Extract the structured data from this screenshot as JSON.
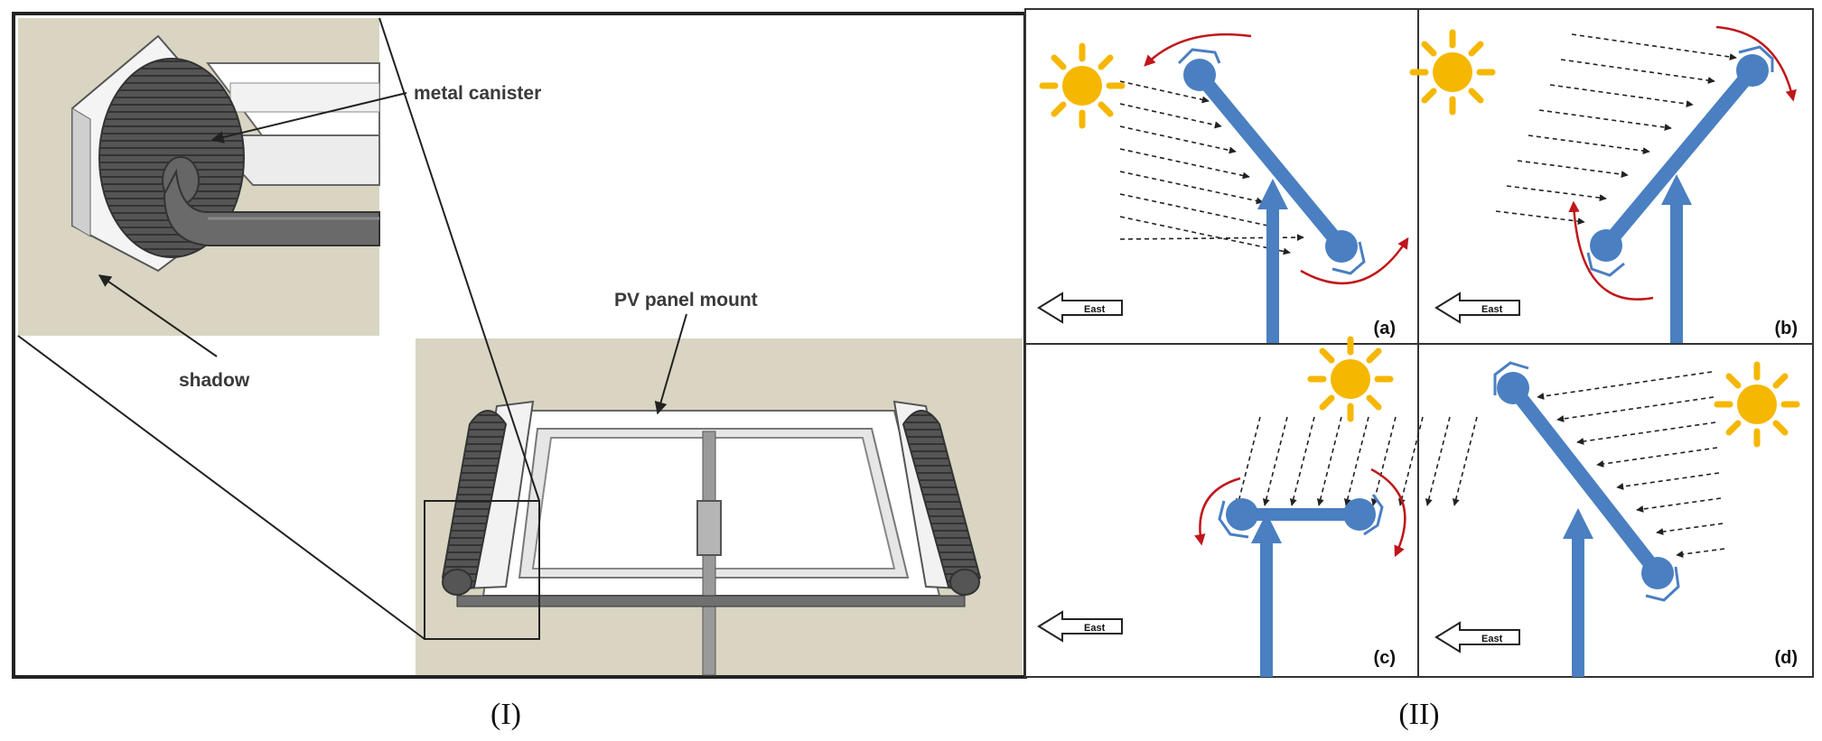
{
  "figure": {
    "part_one": {
      "caption": "(I)",
      "callouts": {
        "metal_canister": "metal canister",
        "shadow": "shadow",
        "pv_panel_mount": "PV panel mount"
      }
    },
    "part_two": {
      "caption": "(II)",
      "direction_label": "East",
      "panels": [
        {
          "label": "(a)"
        },
        {
          "label": "(b)"
        },
        {
          "label": "(c)"
        },
        {
          "label": "(d)"
        }
      ]
    }
  },
  "colors": {
    "mount_blue": "#4a7fc1",
    "sun_yellow": "#f5b700",
    "rotation_red": "#c0161b",
    "render_background": "#d9d5c2",
    "frame_gray": "#333333"
  }
}
